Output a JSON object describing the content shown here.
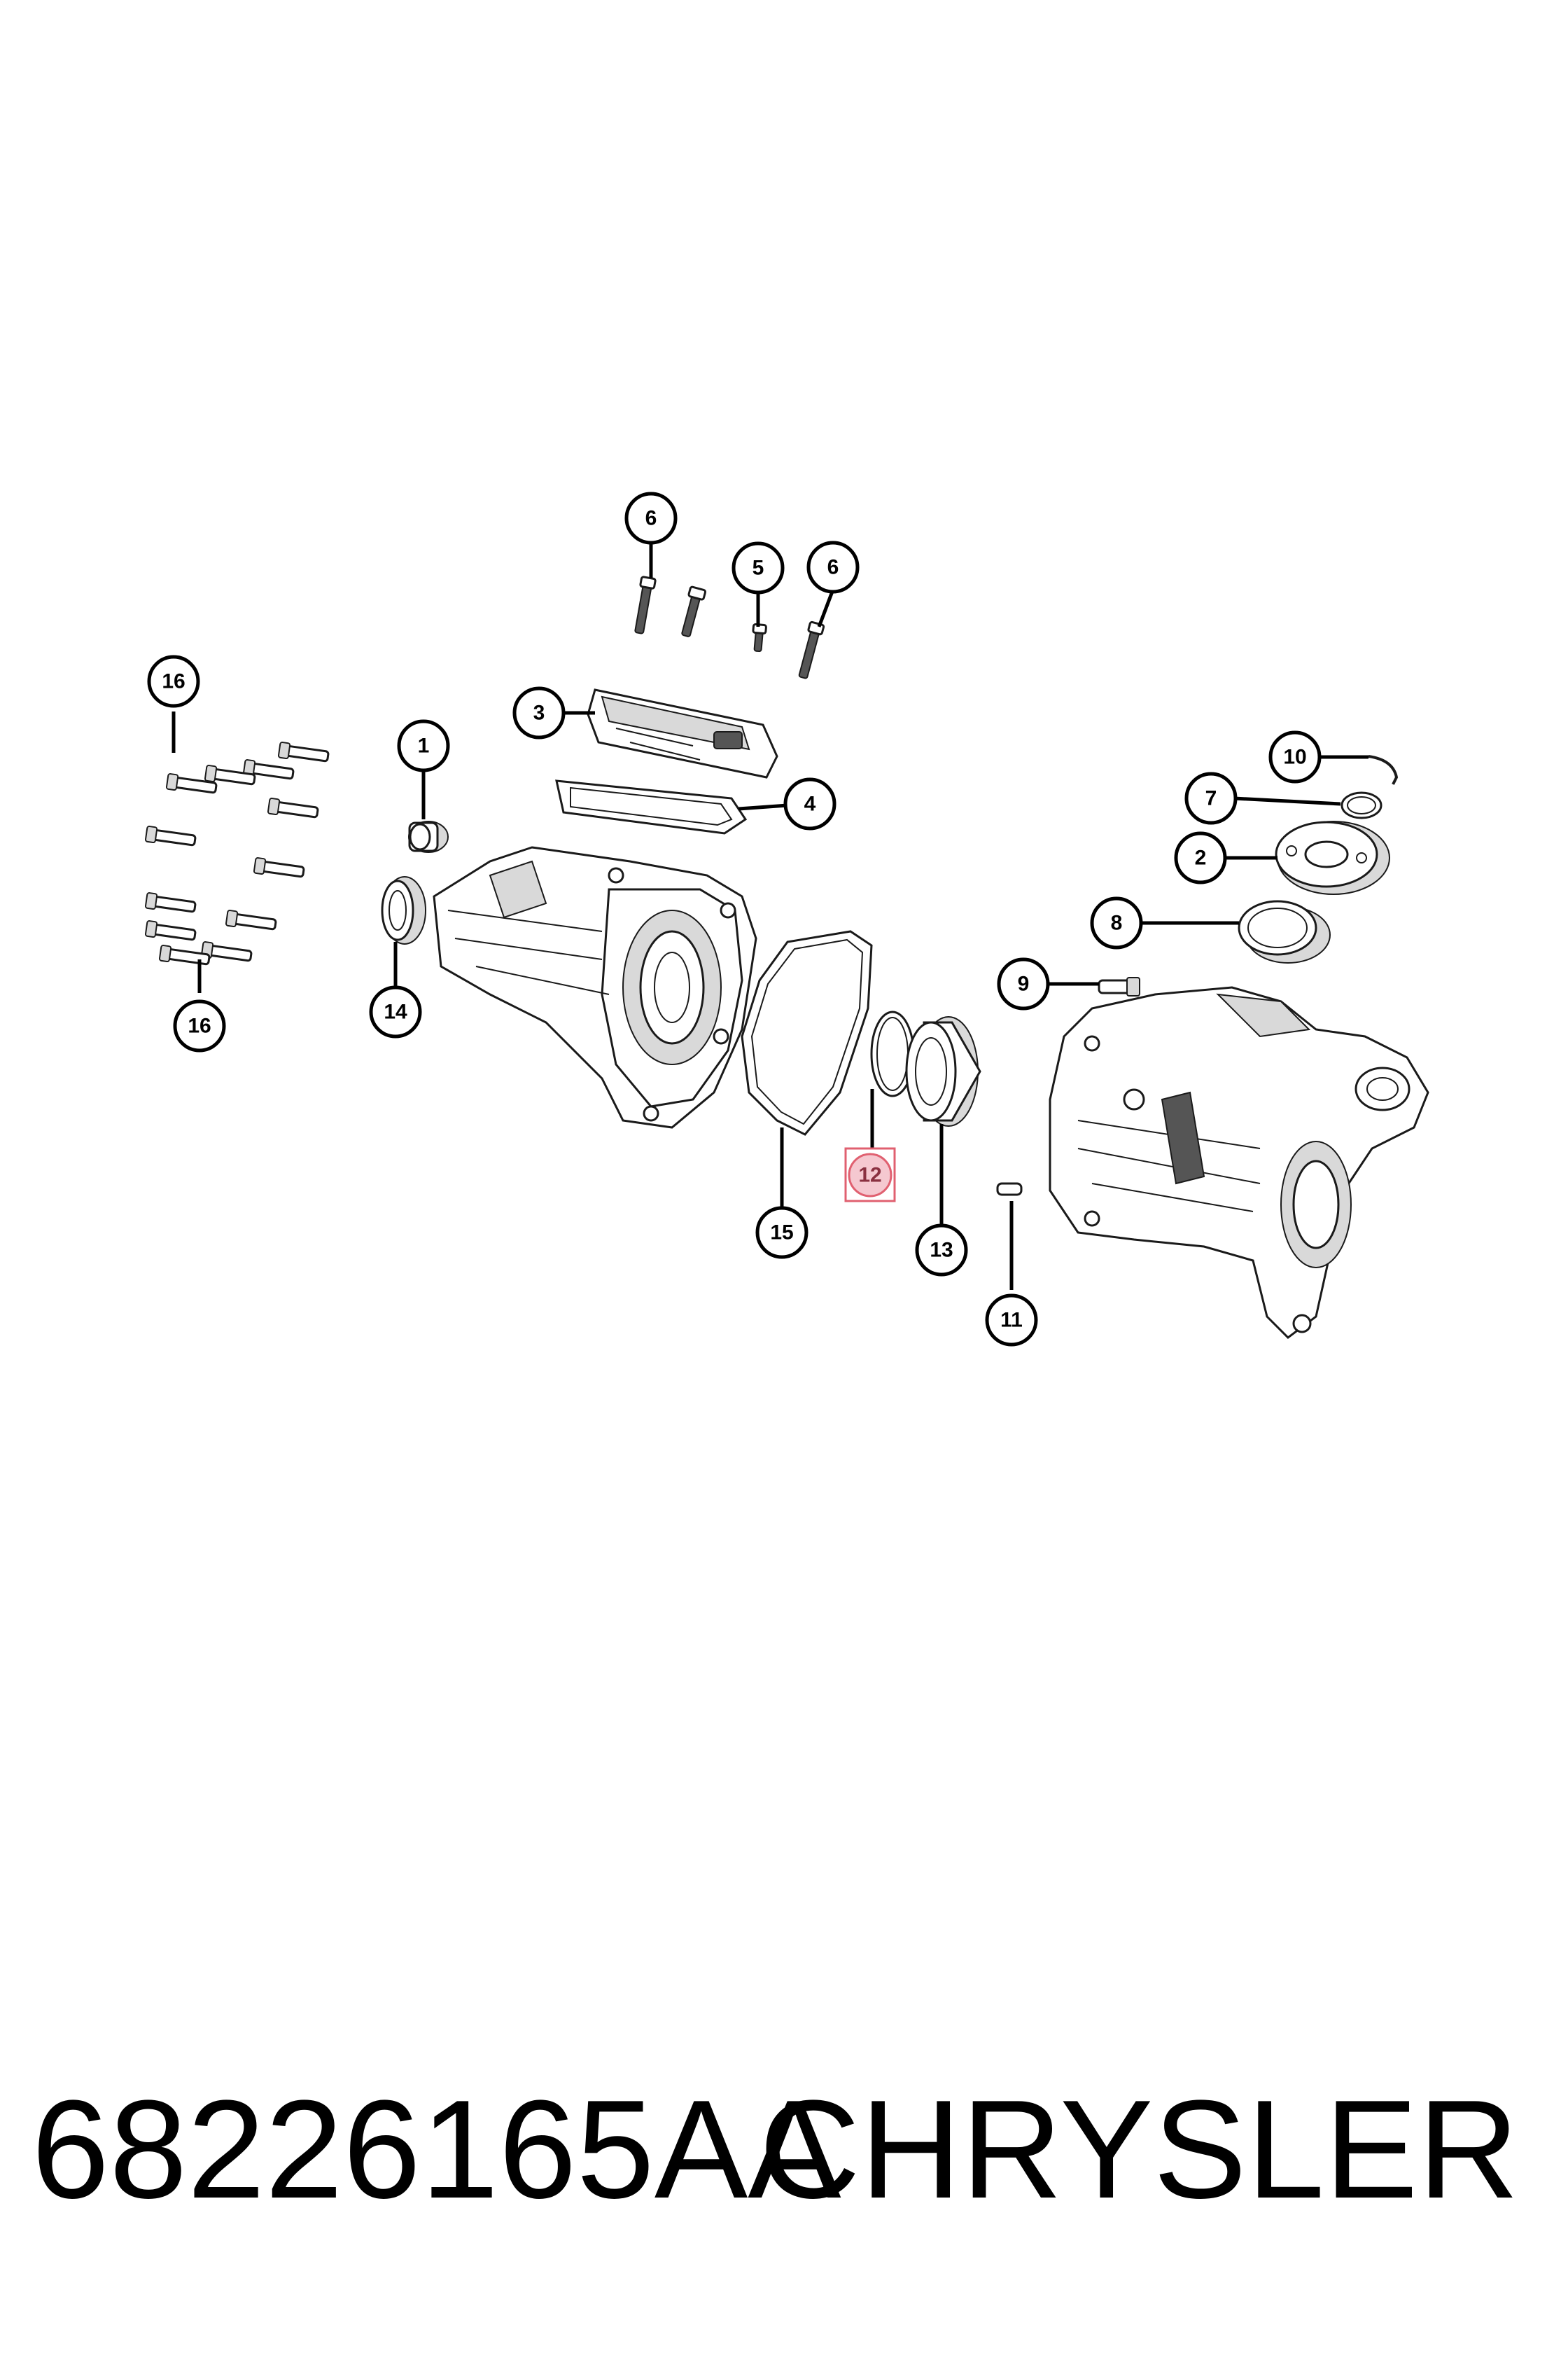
{
  "callouts": {
    "c1": "1",
    "c2": "2",
    "c3": "3",
    "c4": "4",
    "c5": "5",
    "c6a": "6",
    "c6b": "6",
    "c7": "7",
    "c8": "8",
    "c9": "9",
    "c10": "10",
    "c11": "11",
    "c12": "12",
    "c13": "13",
    "c14": "14",
    "c15": "15",
    "c16a": "16",
    "c16b": "16"
  },
  "highlighted_callout": "12",
  "highlight_color": "#f5c8d0",
  "footer": {
    "part_number": "68226165AA",
    "brand": "CHRYSLER"
  }
}
